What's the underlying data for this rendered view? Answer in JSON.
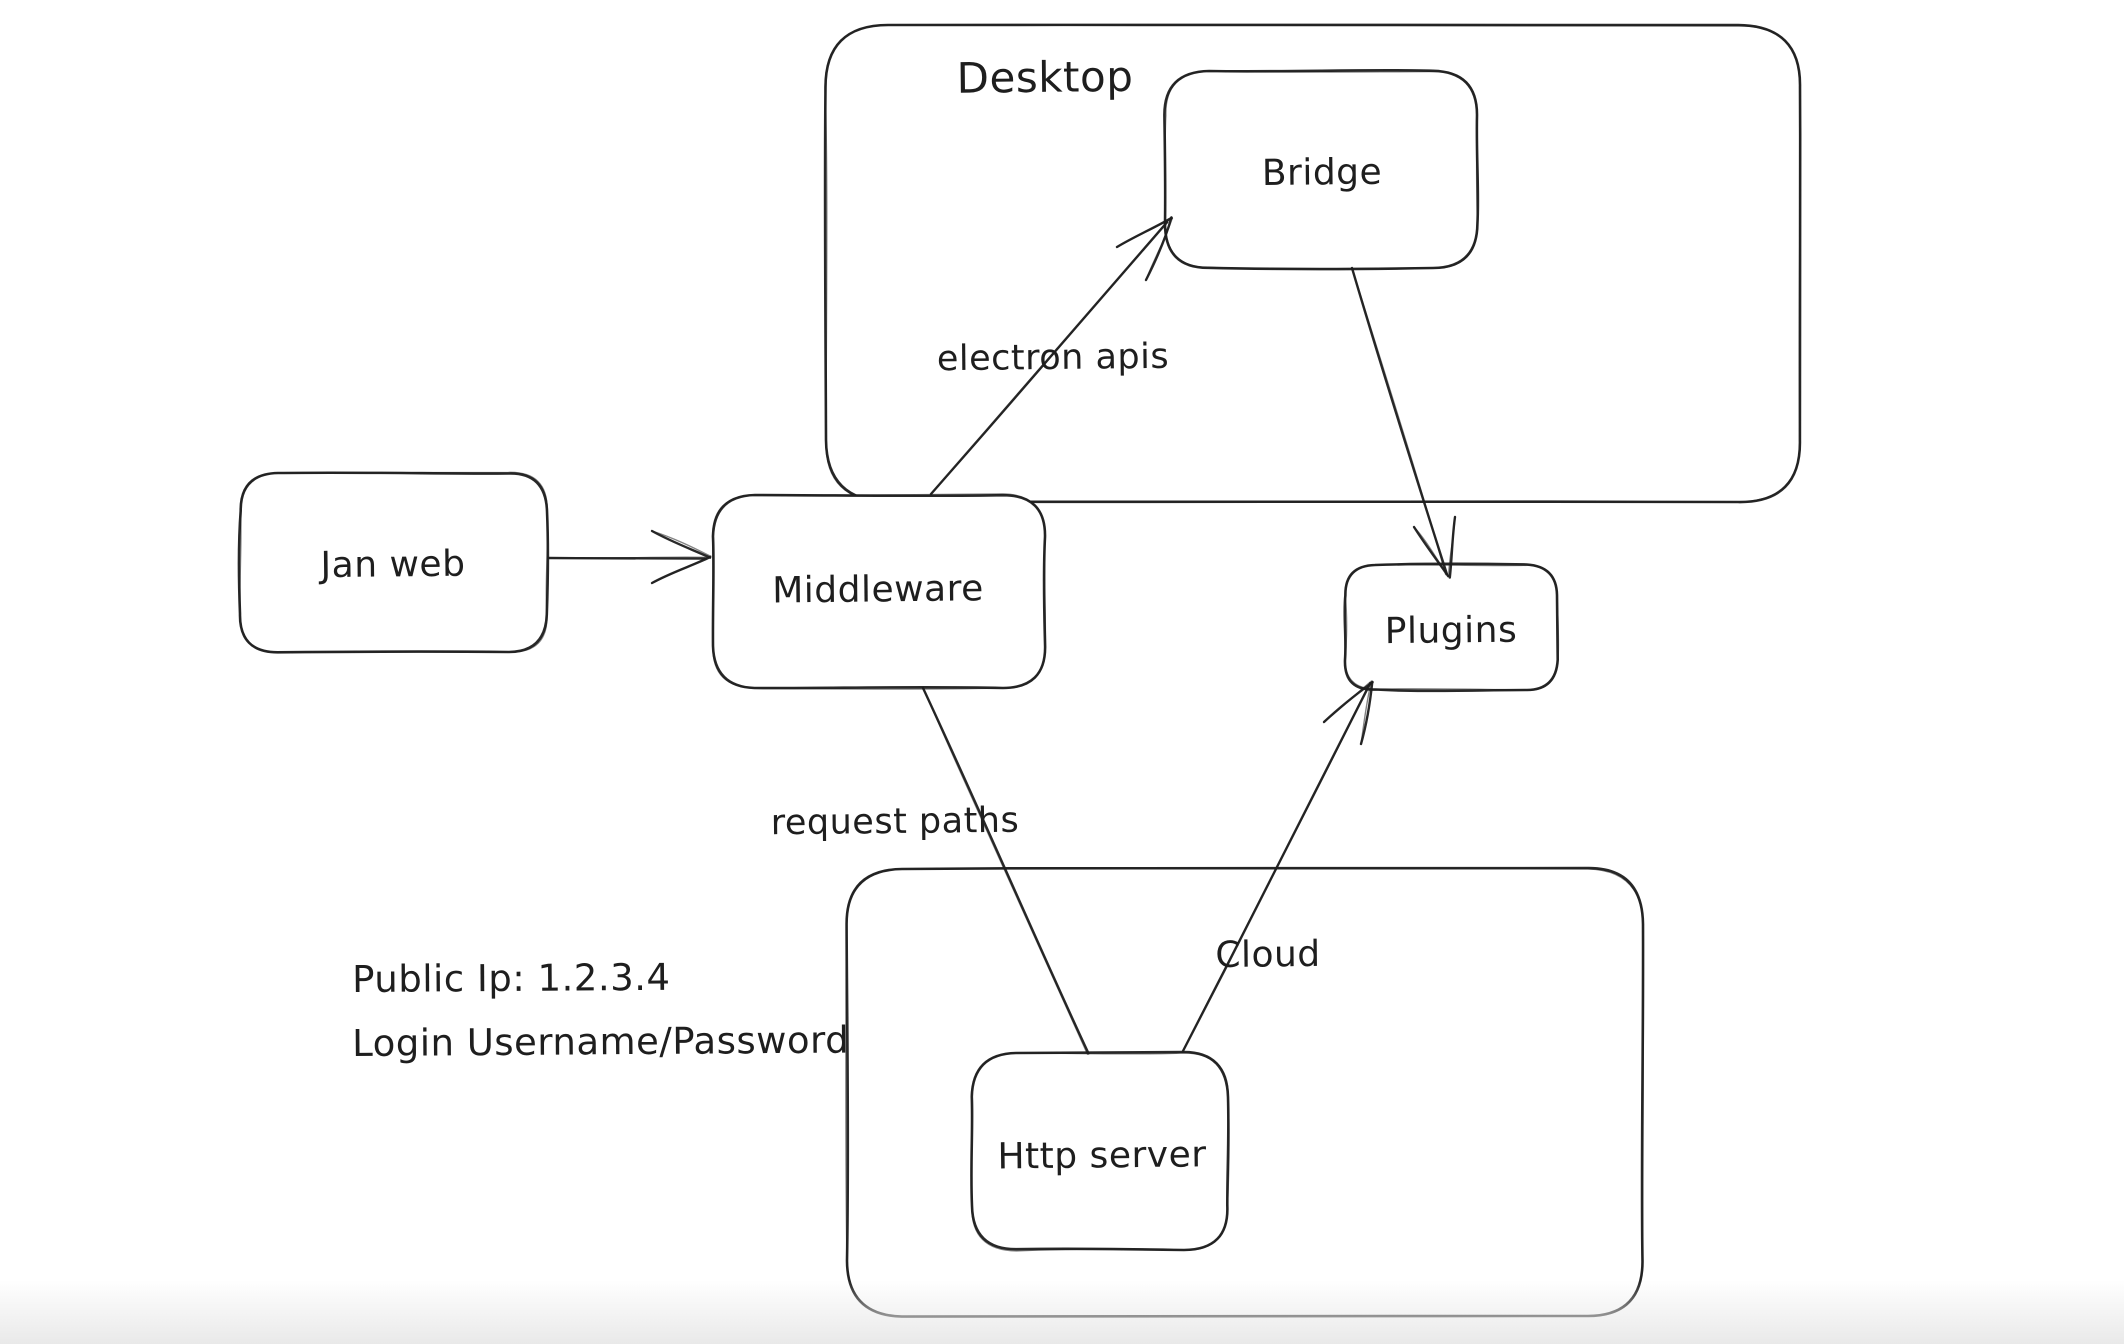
{
  "canvas": {
    "background": "#ffffff",
    "stroke_color": "#1e1e1e",
    "text_color": "#1e1e1e",
    "fade_color": "#e9e9e9"
  },
  "containers": {
    "desktop": {
      "label": "Desktop"
    },
    "cloud": {
      "label": "Cloud"
    }
  },
  "nodes": {
    "jan_web": {
      "label": "Jan web"
    },
    "middleware": {
      "label": "Middleware"
    },
    "bridge": {
      "label": "Bridge"
    },
    "plugins": {
      "label": "Plugins"
    },
    "http_server": {
      "label": "Http server"
    }
  },
  "edges": {
    "jan_web_to_middleware": {
      "from": "jan_web",
      "to": "middleware"
    },
    "middleware_to_bridge": {
      "from": "middleware",
      "to": "bridge",
      "label": "electron apis"
    },
    "bridge_to_plugins": {
      "from": "bridge",
      "to": "plugins"
    },
    "middleware_to_http_server": {
      "from": "middleware",
      "to": "http_server",
      "label": "request paths"
    },
    "http_server_to_plugins": {
      "from": "http_server",
      "to": "plugins"
    }
  },
  "annotations": {
    "public_ip": "Public Ip: 1.2.3.4",
    "login": "Login Username/Password"
  }
}
